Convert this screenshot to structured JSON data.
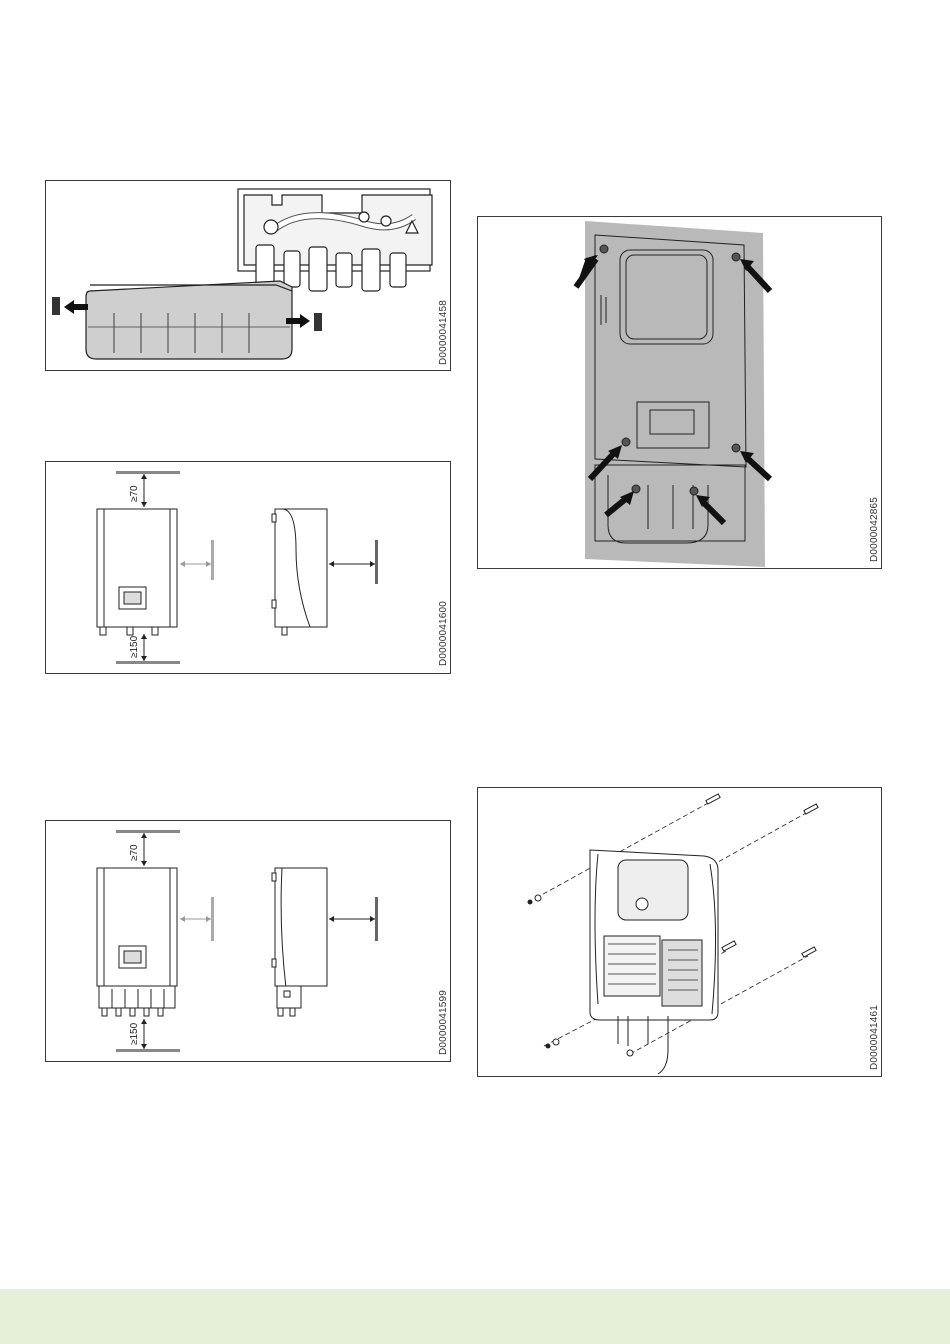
{
  "figures": [
    {
      "id": "fig1",
      "code": "D0000041458"
    },
    {
      "id": "fig2",
      "code": "D0000041600",
      "dim_top": "≥70",
      "dim_bottom": "≥150"
    },
    {
      "id": "fig3",
      "code": "D0000041599",
      "dim_top": "≥70",
      "dim_bottom": "≥150"
    },
    {
      "id": "fig4",
      "code": "D0000042865"
    },
    {
      "id": "fig5",
      "code": "D0000041461"
    }
  ],
  "colors": {
    "footer_band": "#e6efd9",
    "mounting_plate_fill": "#b9b9b9",
    "cover_fill": "#c8c8c8"
  }
}
